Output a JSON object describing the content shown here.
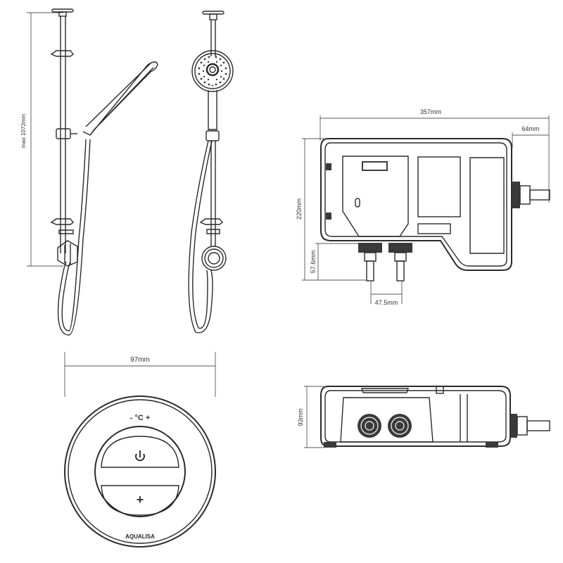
{
  "dimensions": {
    "max_height": "max 1072mm",
    "unit_width": "357mm",
    "outlet_offset": "64mm",
    "unit_height": "220mm",
    "inlet_height": "57.6mm",
    "inlet_spacing": "47.5mm",
    "control_width": "97mm",
    "unit_depth": "93mm"
  },
  "control": {
    "temp_label": "- °C +",
    "plus_symbol": "+",
    "brand": "AQUALISA"
  },
  "colors": {
    "line": "#2a2a2a",
    "dim_line": "#555555",
    "fill_dark": "#3a3a3a"
  }
}
